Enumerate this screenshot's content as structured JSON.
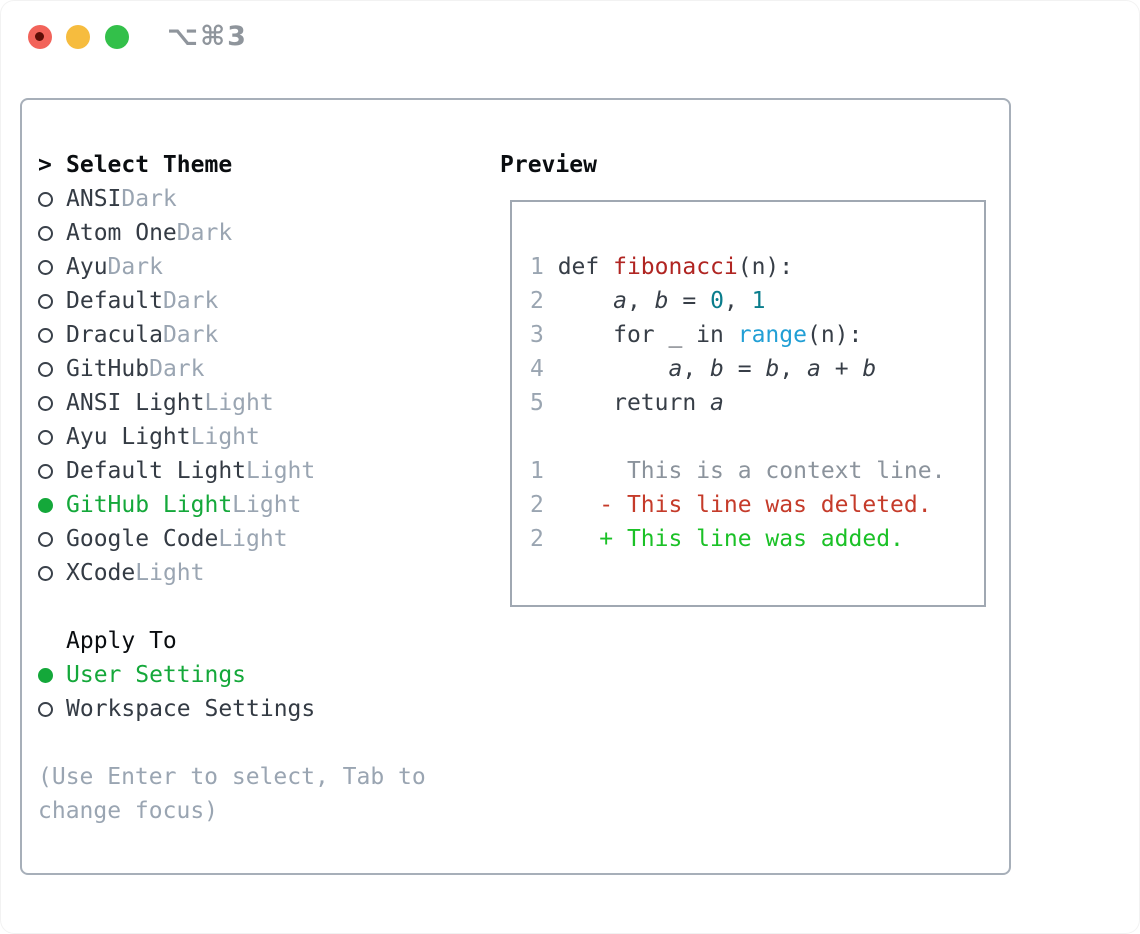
{
  "window": {
    "title": "⌥⌘3"
  },
  "titlebar_buttons": [
    {
      "name": "close"
    },
    {
      "name": "minimize"
    },
    {
      "name": "zoom"
    }
  ],
  "theme_section": {
    "header_prefix": ">",
    "header": "Select Theme",
    "items": [
      {
        "name": "ANSI",
        "tag": "Dark",
        "selected": false
      },
      {
        "name": "Atom One",
        "tag": "Dark",
        "selected": false
      },
      {
        "name": "Ayu",
        "tag": "Dark",
        "selected": false
      },
      {
        "name": "Default",
        "tag": "Dark",
        "selected": false
      },
      {
        "name": "Dracula",
        "tag": "Dark",
        "selected": false
      },
      {
        "name": "GitHub",
        "tag": "Dark",
        "selected": false
      },
      {
        "name": "ANSI Light",
        "tag": "Light",
        "selected": false
      },
      {
        "name": "Ayu Light",
        "tag": "Light",
        "selected": false
      },
      {
        "name": "Default Light",
        "tag": "Light",
        "selected": false
      },
      {
        "name": "GitHub Light",
        "tag": "Light",
        "selected": true
      },
      {
        "name": "Google Code",
        "tag": "Light",
        "selected": false
      },
      {
        "name": "XCode",
        "tag": "Light",
        "selected": false
      }
    ]
  },
  "apply_section": {
    "header": "Apply To",
    "items": [
      {
        "name": "User Settings",
        "selected": true
      },
      {
        "name": "Workspace Settings",
        "selected": false
      }
    ]
  },
  "hint": "(Use Enter to select, Tab to change focus)",
  "preview": {
    "header": "Preview",
    "code_lines": [
      [
        {
          "c": "ln",
          "t": "1"
        },
        {
          "c": "pl",
          "t": " def "
        },
        {
          "c": "fn",
          "t": "fibonacci"
        },
        {
          "c": "pl",
          "t": "(n):"
        }
      ],
      [
        {
          "c": "ln",
          "t": "2"
        },
        {
          "c": "pl",
          "t": "     "
        },
        {
          "c": "it",
          "t": "a"
        },
        {
          "c": "pl",
          "t": ", "
        },
        {
          "c": "it",
          "t": "b"
        },
        {
          "c": "pl",
          "t": " = "
        },
        {
          "c": "num",
          "t": "0"
        },
        {
          "c": "pl",
          "t": ", "
        },
        {
          "c": "num",
          "t": "1"
        }
      ],
      [
        {
          "c": "ln",
          "t": "3"
        },
        {
          "c": "pl",
          "t": "     for _ in "
        },
        {
          "c": "bi",
          "t": "range"
        },
        {
          "c": "pl",
          "t": "(n):"
        }
      ],
      [
        {
          "c": "ln",
          "t": "4"
        },
        {
          "c": "pl",
          "t": "         "
        },
        {
          "c": "it",
          "t": "a"
        },
        {
          "c": "pl",
          "t": ", "
        },
        {
          "c": "it",
          "t": "b"
        },
        {
          "c": "pl",
          "t": " = "
        },
        {
          "c": "it",
          "t": "b"
        },
        {
          "c": "pl",
          "t": ", "
        },
        {
          "c": "it",
          "t": "a"
        },
        {
          "c": "pl",
          "t": " + "
        },
        {
          "c": "it",
          "t": "b"
        }
      ],
      [
        {
          "c": "ln",
          "t": "5"
        },
        {
          "c": "pl",
          "t": "     return "
        },
        {
          "c": "it",
          "t": "a"
        }
      ]
    ],
    "diff_lines": [
      [
        {
          "c": "ln",
          "t": "1"
        },
        {
          "c": "pl",
          "t": "      "
        },
        {
          "c": "ctx",
          "t": "This is a context line."
        }
      ],
      [
        {
          "c": "ln",
          "t": "2"
        },
        {
          "c": "pl",
          "t": "    "
        },
        {
          "c": "del",
          "t": "- This line was deleted."
        }
      ],
      [
        {
          "c": "ln",
          "t": "2"
        },
        {
          "c": "pl",
          "t": "    "
        },
        {
          "c": "add",
          "t": "+ This line was added."
        }
      ]
    ]
  },
  "colors": {
    "accent_green": "#14a83a",
    "added_green": "#1bc127",
    "deleted_red": "#c53b2a",
    "function_red": "#b02522",
    "number_teal": "#0a7d8c",
    "builtin_blue": "#219fd5",
    "muted_gray": "#9aa5b2",
    "text_dark": "#343b44",
    "border_gray": "#a7afb9",
    "traffic_red": "#f2635a",
    "traffic_yellow": "#f6bc3e",
    "traffic_green": "#33c04a"
  }
}
